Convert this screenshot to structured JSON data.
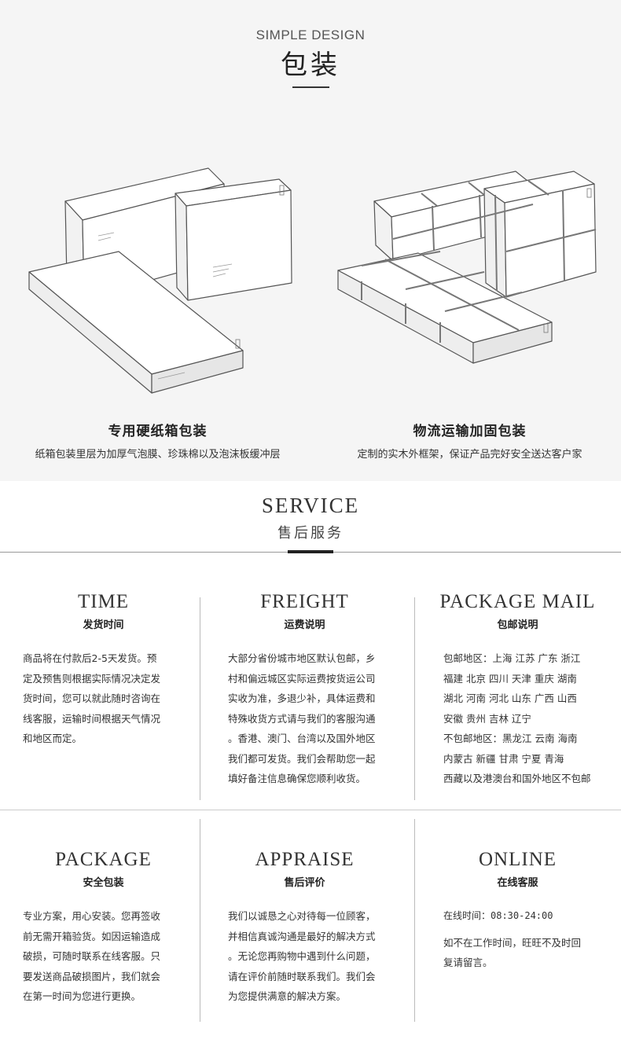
{
  "packaging": {
    "eyebrow": "SIMPLE DESIGN",
    "title": "包装",
    "left": {
      "title": "专用硬纸箱包装",
      "desc": "纸箱包装里层为加厚气泡膜、珍珠棉以及泡沫板缓冲层"
    },
    "right": {
      "title": "物流运输加固包装",
      "desc": "定制的实木外框架，保证产品完好安全送达客户家"
    }
  },
  "service": {
    "title_en": "SERVICE",
    "title_cn": "售后服务"
  },
  "cells": {
    "time": {
      "en": "TIME",
      "cn": "发货时间",
      "lines": [
        "商品将在付款后2-5天发货。预",
        "定及预售则根据实际情况决定发",
        "货时间，您可以就此随时咨询在",
        "线客服，运输时间根据天气情况",
        "和地区而定。"
      ]
    },
    "freight": {
      "en": "FREIGHT",
      "cn": "运费说明",
      "lines": [
        "大部分省份城市地区默认包邮，乡",
        "村和偏远城区实际运费按货运公司",
        "实收为准，多退少补，具体运费和",
        "特殊收货方式请与我们的客服沟通",
        "。香港、澳门、台湾以及国外地区",
        "我们都可发货。我们会帮助您一起",
        "填好备注信息确保您顺利收货。"
      ]
    },
    "mail": {
      "en": "PACKAGE MAIL",
      "cn": "包邮说明",
      "lines": [
        "包邮地区：上海  江苏  广东  浙江",
        "福建  北京  四川  天津  重庆  湖南",
        "湖北  河南  河北  山东  广西  山西",
        "安徽  贵州  吉林  辽宁",
        "不包邮地区：黑龙江  云南  海南",
        "内蒙古  新疆  甘肃  宁夏  青海",
        "西藏以及港澳台和国外地区不包邮"
      ]
    },
    "package": {
      "en": "PACKAGE",
      "cn": "安全包装",
      "lines": [
        "专业方案，用心安装。您再签收",
        "前无需开箱验货。如因运输造成",
        "破损，可随时联系在线客服。只",
        "要发送商品破损图片，我们就会",
        "在第一时间为您进行更换。"
      ]
    },
    "appraise": {
      "en": "APPRAISE",
      "cn": "售后评价",
      "lines": [
        "我们以诚恳之心对待每一位顾客，",
        "并相信真诚沟通是最好的解决方式",
        "。无论您再购物中遇到什么问题，",
        "请在评价前随时联系我们。我们会",
        "为您提供满意的解决方案。"
      ]
    },
    "online": {
      "en": "ONLINE",
      "cn": "在线客服",
      "lines": [
        "在线时间：08:30-24:00",
        "如不在工作时间，旺旺不及时回",
        "复请留言。"
      ]
    }
  }
}
